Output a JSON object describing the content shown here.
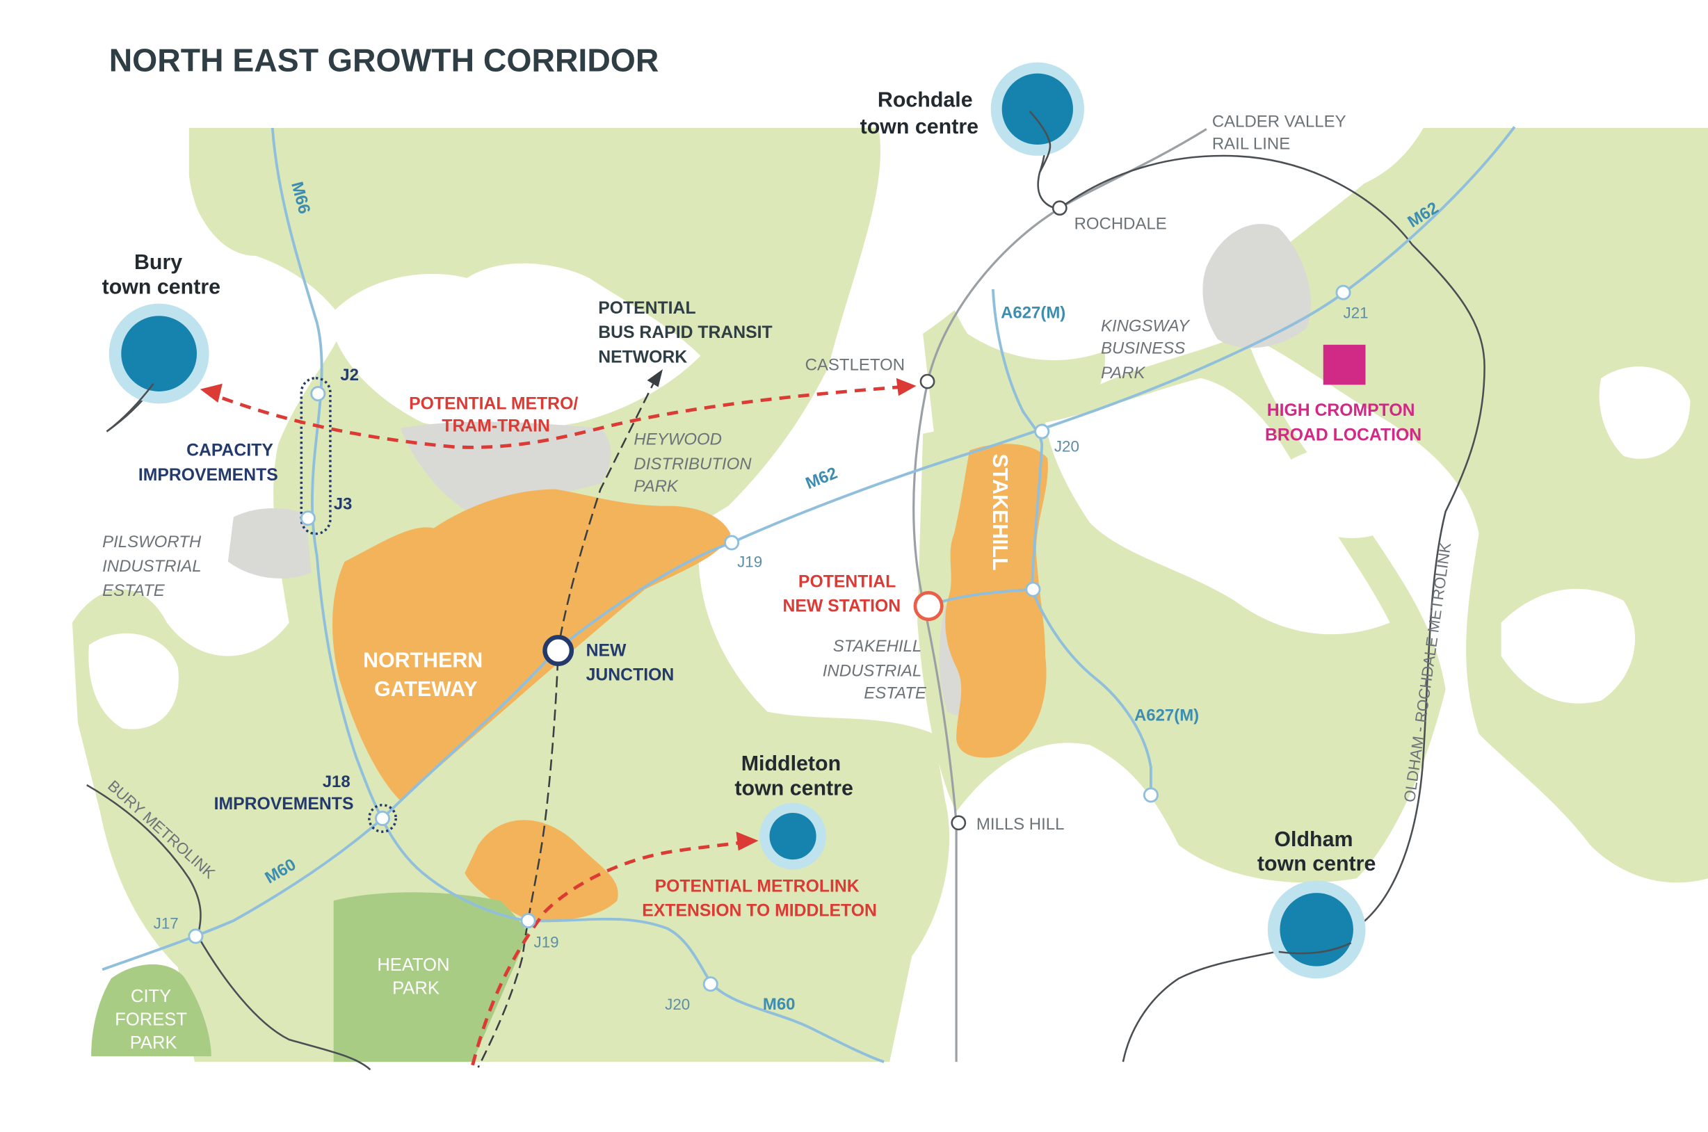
{
  "title": "NORTH EAST GROWTH CORRIDOR",
  "colors": {
    "green_area": "#dce8b8",
    "park_green": "#a9cc85",
    "orange_area": "#f3b35a",
    "grey_area": "#d9d9d6",
    "road_blue": "#8fbfdc",
    "rail_grey": "#9aa0a4",
    "town_blue": "#1583ae",
    "town_halo": "#bfe2ef",
    "red_arrow": "#dc3a34",
    "navy": "#233a6b",
    "pink": "#d12a86"
  },
  "towns": {
    "rochdale": [
      "Rochdale",
      "town centre"
    ],
    "bury": [
      "Bury",
      "town centre"
    ],
    "middleton": [
      "Middleton",
      "town centre"
    ],
    "oldham": [
      "Oldham",
      "town centre"
    ]
  },
  "roads": {
    "m66": "M66",
    "m62_east": "M62",
    "m62_mid": "M62",
    "m60_west": "M60",
    "m60_east": "M60",
    "a627m_north": "A627(M)",
    "a627m_south": "A627(M)"
  },
  "junctions": {
    "j2": "J2",
    "j3": "J3",
    "j18": "J18",
    "j19_m62": "J19",
    "j20_m62": "J20",
    "j21": "J21",
    "j17": "J17",
    "j19_m60": "J19",
    "j20_m60": "J20"
  },
  "rail": {
    "calder_valley": [
      "CALDER VALLEY",
      "RAIL LINE"
    ],
    "bury_metrolink": "BURY METROLINK",
    "oldham_metrolink": "OLDHAM - ROCHDALE METROLINK"
  },
  "stations": {
    "rochdale": "ROCHDALE",
    "castleton": "CASTLETON",
    "mills_hill": "MILLS HILL"
  },
  "labels": {
    "brt": [
      "POTENTIAL",
      "BUS RAPID TRANSIT",
      "NETWORK"
    ],
    "metro_tram_train": [
      "POTENTIAL METRO/",
      "TRAM-TRAIN"
    ],
    "capacity": [
      "CAPACITY",
      "IMPROVEMENTS"
    ],
    "j18_improvements": "IMPROVEMENTS",
    "new_junction": [
      "NEW",
      "JUNCTION"
    ],
    "new_station": [
      "POTENTIAL",
      "NEW STATION"
    ],
    "metrolink_extension": [
      "POTENTIAL METROLINK",
      "EXTENSION TO MIDDLETON"
    ],
    "high_crompton": [
      "HIGH CROMPTON",
      "BROAD LOCATION"
    ]
  },
  "areas": {
    "northern_gateway": [
      "NORTHERN",
      "GATEWAY"
    ],
    "stakehill": "STAKEHILL",
    "heaton_park": [
      "HEATON",
      "PARK"
    ],
    "city_forest_park": [
      "CITY",
      "FOREST",
      "PARK"
    ],
    "kingsway": [
      "KINGSWAY",
      "BUSINESS",
      "PARK"
    ],
    "heywood": [
      "HEYWOOD",
      "DISTRIBUTION",
      "PARK"
    ],
    "pilsworth": [
      "PILSWORTH",
      "INDUSTRIAL",
      "ESTATE"
    ],
    "stakehill_industrial": [
      "STAKEHILL",
      "INDUSTRIAL",
      "ESTATE"
    ]
  }
}
